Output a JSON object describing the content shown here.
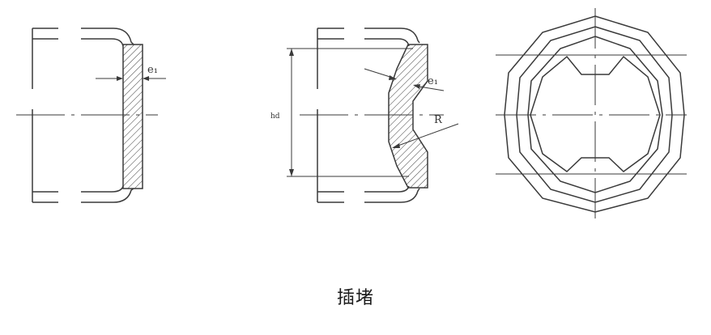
{
  "caption": "插堵",
  "labels": {
    "e1_left": "e₁",
    "e1_mid": "e₁",
    "radius": "R",
    "height": "hd"
  },
  "colors": {
    "line": "#3a3a3a",
    "text": "#1a1a1a",
    "background": "#ffffff"
  }
}
